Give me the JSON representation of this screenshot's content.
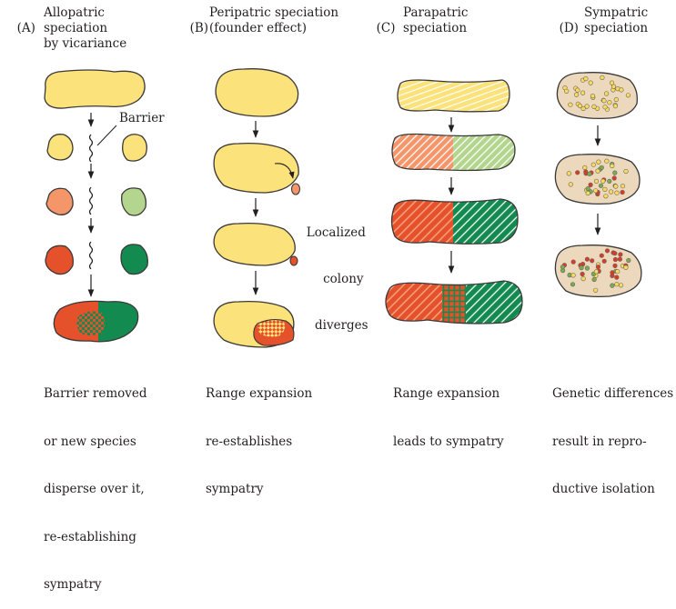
{
  "panels": [
    {
      "letter": "(A)",
      "title": [
        "Allopatric",
        "speciation",
        "by vicariance"
      ],
      "labels": {
        "barrier": "Barrier"
      },
      "caption": [
        "Barrier removed",
        "or new species",
        "disperse over it,",
        "re-establishing",
        "sympatry"
      ]
    },
    {
      "letter": "(B)",
      "title": [
        "Peripatric speciation",
        "(founder effect)"
      ],
      "labels": {
        "colony": [
          "Localized",
          "colony",
          "diverges"
        ]
      },
      "caption": [
        "Range expansion",
        "re-establishes",
        "sympatry"
      ]
    },
    {
      "letter": "(C)",
      "title": [
        "Parapatric",
        "speciation"
      ],
      "caption": [
        "Range expansion",
        "leads to sympatry"
      ]
    },
    {
      "letter": "(D)",
      "title": [
        "Sympatric",
        "speciation"
      ],
      "caption": [
        "Genetic differences",
        "result in repro-",
        "ductive isolation"
      ]
    }
  ],
  "colors": {
    "yellow": "#fbe27a",
    "salmon": "#f4956a",
    "light_green": "#b3d58d",
    "red_orange": "#e5512a",
    "dark_green": "#138a4f",
    "tan": "#ecd9bd",
    "outline": "#3b3838",
    "red_dot": "#d63d27",
    "yellow_dot": "#f7dc5c",
    "green_dot": "#79ad4c"
  }
}
